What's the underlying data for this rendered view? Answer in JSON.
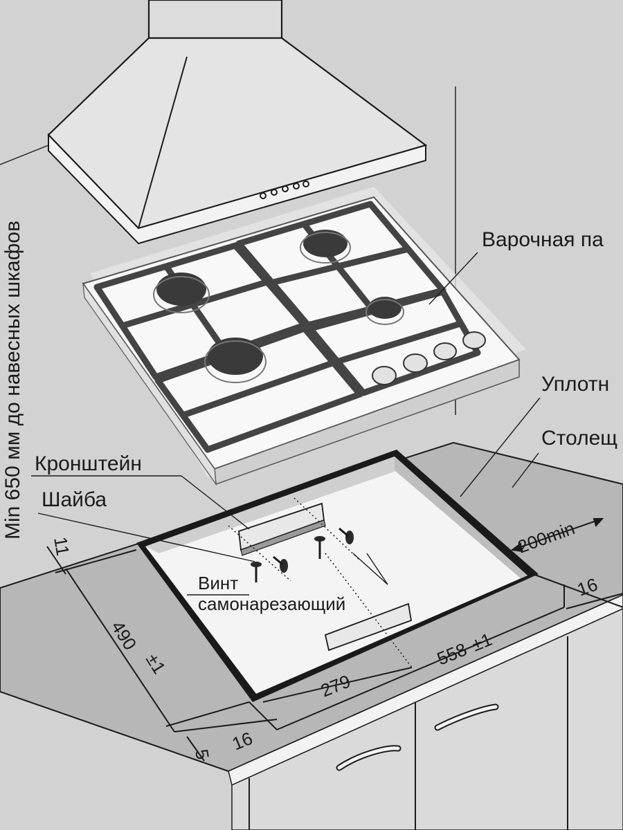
{
  "labels": {
    "hob": "Варочная па",
    "seal": "Уплотн",
    "countertop": "Столещ",
    "bracket": "Кронштейн",
    "washer": "Шайба",
    "screw_line1": "Винт",
    "screw_line2": "самонарезающий",
    "vertical_note": "Min 650 мм до навесных шкафов"
  },
  "dimensions": {
    "d200": "200min",
    "d16_right": "16",
    "d558": "558",
    "d558_tol": "±1",
    "d279": "279",
    "d490": "490",
    "d490_tol": "±1",
    "d11": "11",
    "d16_left": "16",
    "d5": "5"
  },
  "colors": {
    "background": "#d4d4d4",
    "counter_top": "#b9b9b9",
    "counter_edge": "#f2f2f2",
    "cutout": "#f4f4f4",
    "hob_surface": "#f7f7f7",
    "grate": "#4a4a4a",
    "burner": "#3a3a3a",
    "lines": "#1a1a1a"
  }
}
